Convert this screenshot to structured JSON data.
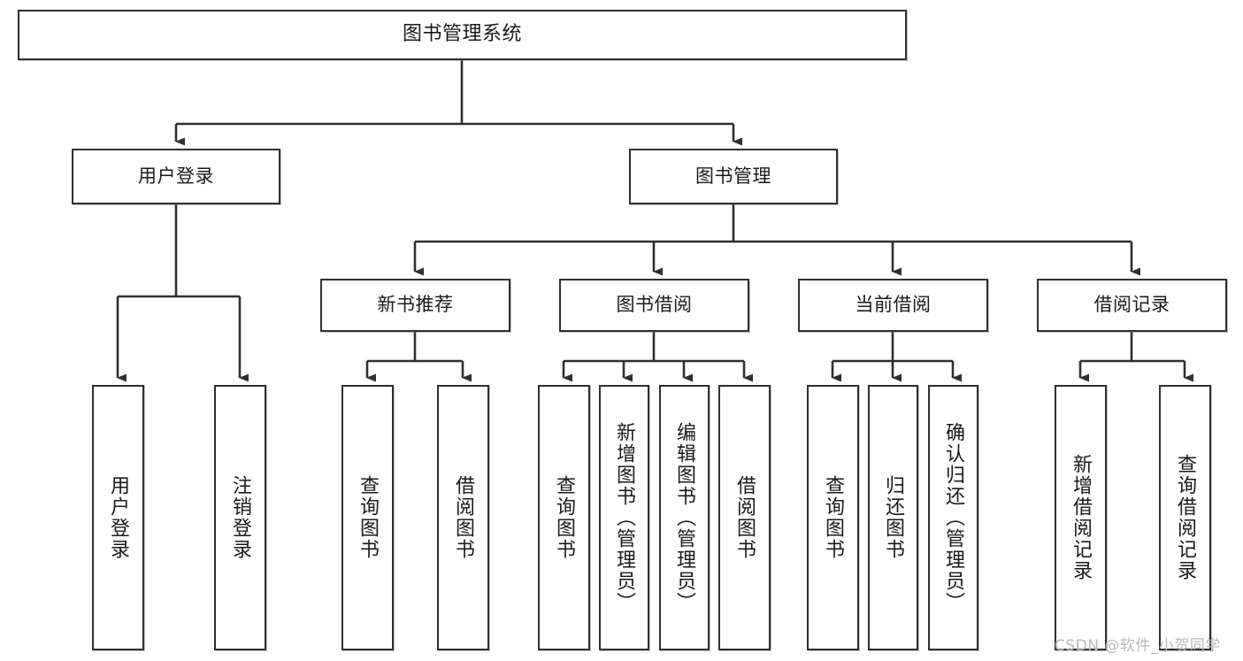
{
  "diagram": {
    "title": "图书管理系统",
    "type": "tree-hierarchy-chart",
    "colors": {
      "node_border": "#2f2f2f",
      "node_fill": "#ffffff",
      "connector": "#2f2f2f",
      "text": "#1a1a1a",
      "watermark": "#b9b9b9",
      "background": "#ffffff"
    }
  },
  "root": {
    "label": "图书管理系统"
  },
  "level2": [
    {
      "label": "用户登录"
    },
    {
      "label": "图书管理"
    }
  ],
  "level3": [
    {
      "label": "新书推荐"
    },
    {
      "label": "图书借阅"
    },
    {
      "label": "当前借阅"
    },
    {
      "label": "借阅记录"
    }
  ],
  "leaves": {
    "user_login": [
      {
        "label": "用户登录"
      },
      {
        "label": "注销登录"
      }
    ],
    "new_book_recommend": [
      {
        "label": "查询图书"
      },
      {
        "label": "借阅图书"
      }
    ],
    "book_borrow": [
      {
        "label": "查询图书"
      },
      {
        "label": "新增图书（管理员）"
      },
      {
        "label": "编辑图书（管理员）"
      },
      {
        "label": "借阅图书"
      }
    ],
    "current_borrow": [
      {
        "label": "查询图书"
      },
      {
        "label": "归还图书"
      },
      {
        "label": "确认归还（管理员）"
      }
    ],
    "borrow_record": [
      {
        "label": "新增借阅记录"
      },
      {
        "label": "查询借阅记录"
      }
    ]
  },
  "watermark": {
    "text": "CSDN @软件_小贺同学"
  }
}
